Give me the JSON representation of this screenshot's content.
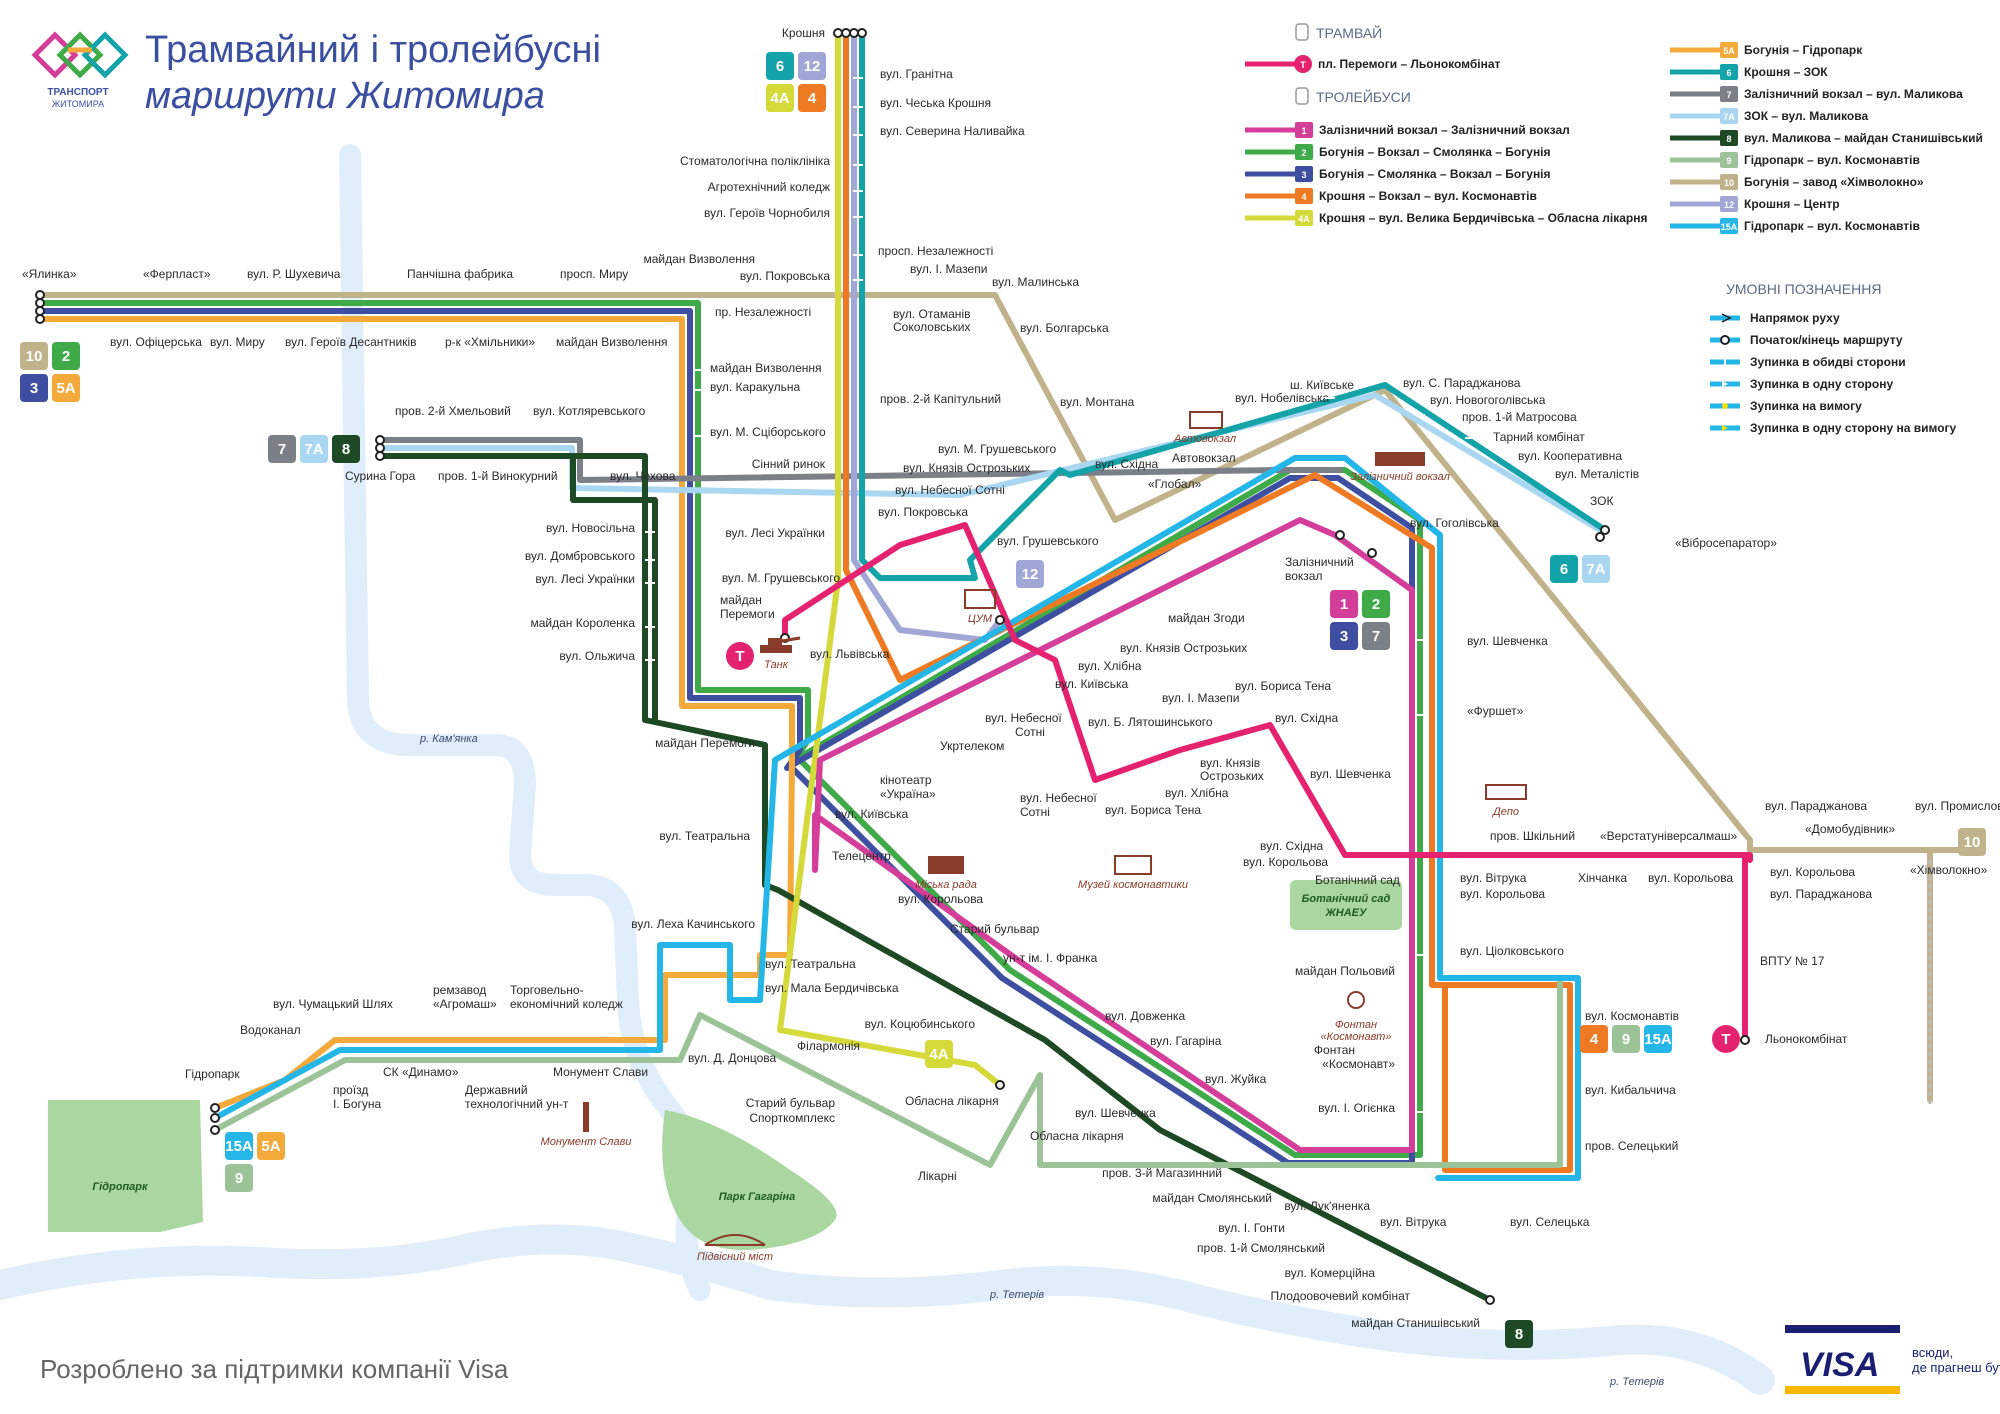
{
  "header": {
    "logo_text_1": "ТРАНСПОРТ",
    "logo_text_2": "ЖИТОМИРА",
    "title_line1": "Трамвайний і тролейбусні",
    "title_line2": "маршрути Житомира"
  },
  "footer": {
    "credit": "Розроблено за підтримки компанії Visa",
    "visa_logo": "VISA",
    "visa_slogan_1": "всюди,",
    "visa_slogan_2": "де прагнеш бути"
  },
  "colors": {
    "tram": "#e5226f",
    "r1": "#d53d9a",
    "r2": "#3eaa48",
    "r3": "#3e4fa2",
    "r4": "#ee7a23",
    "r4A": "#d6d93a",
    "r5A": "#f4a93b",
    "r6": "#13a3a8",
    "r7": "#7b7f88",
    "r7A": "#a9d6f0",
    "r8": "#1d4a24",
    "r9": "#9cc298",
    "r10": "#c0b28a",
    "r12": "#a0a7d6",
    "r15A": "#25b6e8",
    "river": "#dfeefa",
    "park": "#a9d79f"
  },
  "legend": {
    "tram_heading": "ТРАМВАЙ",
    "trolley_heading": "ТРОЛЕЙБУСИ",
    "symbols_heading": "УМОВНІ ПОЗНАЧЕННЯ",
    "tram_routes": [
      {
        "code": "Т",
        "name": "пл. Перемоги – Льонокомбінат",
        "color": "#e5226f"
      }
    ],
    "routes_col1": [
      {
        "code": "1",
        "name": "Залізничний вокзал – Залізничний вокзал",
        "color": "#d53d9a"
      },
      {
        "code": "2",
        "name": "Богунія – Вокзал – Смолянка – Богунія",
        "color": "#3eaa48"
      },
      {
        "code": "3",
        "name": "Богунія – Смолянка – Вокзал – Богунія",
        "color": "#3e4fa2"
      },
      {
        "code": "4",
        "name": "Крошня – Вокзал – вул. Космонавтів",
        "color": "#ee7a23"
      },
      {
        "code": "4А",
        "name": "Крошня – вул. Велика Бердичівська – Обласна лікарня",
        "color": "#d6d93a"
      }
    ],
    "routes_col2": [
      {
        "code": "5А",
        "name": "Богунія – Гідропарк",
        "color": "#f4a93b"
      },
      {
        "code": "6",
        "name": "Крошня – ЗОК",
        "color": "#13a3a8"
      },
      {
        "code": "7",
        "name": "Залізничний вокзал – вул. Маликова",
        "color": "#7b7f88"
      },
      {
        "code": "7А",
        "name": "ЗОК – вул. Маликова",
        "color": "#a9d6f0"
      },
      {
        "code": "8",
        "name": "вул. Маликова – майдан Станишівський",
        "color": "#1d4a24"
      },
      {
        "code": "9",
        "name": "Гідропарк – вул. Космонавтів",
        "color": "#9cc298"
      },
      {
        "code": "10",
        "name": "Богунія – завод «Хімволокно»",
        "color": "#c0b28a"
      },
      {
        "code": "12",
        "name": "Крошня – Центр",
        "color": "#a0a7d6"
      },
      {
        "code": "15А",
        "name": "Гідропарк – вул. Космонавтів",
        "color": "#25b6e8"
      }
    ],
    "symbols": [
      {
        "name": "Напрямок руху"
      },
      {
        "name": "Початок/кінець маршруту"
      },
      {
        "name": "Зупинка в обидві сторони"
      },
      {
        "name": "Зупинка в одну сторону"
      },
      {
        "name": "Зупинка на вимогу"
      },
      {
        "name": "Зупинка в одну сторону на вимогу"
      }
    ]
  },
  "badges": {
    "kroshnia": [
      {
        "code": "6",
        "color": "#13a3a8"
      },
      {
        "code": "12",
        "color": "#a0a7d6"
      },
      {
        "code": "4А",
        "color": "#d6d93a"
      },
      {
        "code": "4",
        "color": "#ee7a23"
      }
    ],
    "yalynka": [
      {
        "code": "10",
        "color": "#c0b28a"
      },
      {
        "code": "2",
        "color": "#3eaa48"
      },
      {
        "code": "3",
        "color": "#3e4fa2"
      },
      {
        "code": "5А",
        "color": "#f4a93b"
      }
    ],
    "suryna": [
      {
        "code": "7",
        "color": "#7b7f88"
      },
      {
        "code": "7А",
        "color": "#a9d6f0"
      },
      {
        "code": "8",
        "color": "#1d4a24"
      }
    ],
    "station": [
      {
        "code": "1",
        "color": "#d53d9a"
      },
      {
        "code": "2",
        "color": "#3eaa48"
      },
      {
        "code": "3",
        "color": "#3e4fa2"
      },
      {
        "code": "7",
        "color": "#7b7f88"
      }
    ],
    "zok": [
      {
        "code": "6",
        "color": "#13a3a8"
      },
      {
        "code": "7А",
        "color": "#a9d6f0"
      }
    ],
    "kosmonavtiv": [
      {
        "code": "4",
        "color": "#ee7a23"
      },
      {
        "code": "9",
        "color": "#9cc298"
      },
      {
        "code": "15А",
        "color": "#25b6e8"
      }
    ],
    "hidropark": [
      {
        "code": "15А",
        "color": "#25b6e8"
      },
      {
        "code": "5А",
        "color": "#f4a93b"
      },
      {
        "code": "9",
        "color": "#9cc298"
      }
    ],
    "center12": {
      "code": "12",
      "color": "#a0a7d6"
    },
    "oblasna4A": {
      "code": "4А",
      "color": "#d6d93a"
    },
    "stanyshiv": {
      "code": "8",
      "color": "#1d4a24"
    },
    "khimvolokno": {
      "code": "10",
      "color": "#c0b28a"
    },
    "tram_start": {
      "code": "Т",
      "color": "#e5226f"
    },
    "tram_end": {
      "code": "Т",
      "color": "#e5226f"
    }
  },
  "places": {
    "river_kamianka": "р. Кам'янка",
    "river_teteriv_1": "р. Тетерів",
    "river_teteriv_2": "р. Тетерів",
    "park_hidropark": "Гідропарк",
    "park_gagarina": "Парк Гагаріна",
    "park_botanical_1": "Ботанічний сад",
    "park_botanical_2": "ЖНАЕУ",
    "lm_tank": "Танк",
    "lm_tsum": "ЦУМ",
    "lm_avtovokzal": "Автовокзал",
    "lm_zaliznychnyi": "Залізничний вокзал",
    "lm_depo": "Депо",
    "lm_miska_rada": "Міська рада",
    "lm_muzei": "Музей космонавтики",
    "lm_fontan_1": "Фонтан",
    "lm_fontan_2": "«Космонавт»",
    "lm_monument": "Монумент Слави",
    "lm_mist": "Підвісний міст"
  },
  "stops": {
    "kroshnia": "Крошня",
    "hranitna": "вул. Гранітна",
    "cheska_kroshnia": "вул. Чеська Крошня",
    "severyna": "вул. Северина Наливайка",
    "stomat": "Стоматологічна поліклініка",
    "agrotech": "Агротехнічний коледж",
    "heroiv_chornobylia": "вул. Героїв Чорнобиля",
    "nezalezhnosti_prosp": "просп. Незалежності",
    "mazepy": "вул. І. Мазепи",
    "malynska": "вул. Малинська",
    "maidan_vyzvolennia_top": "майдан Визволення",
    "pokrovska": "вул. Покровська",
    "pr_nezalezhnosti": "пр. Незалежності",
    "otamaniv_1": "вул. Отаманів",
    "otamaniv_2": "Соколовських",
    "bolharska": "вул. Болгарська",
    "montana": "вул. Монтана",
    "skhidna_top": "вул. Східна",
    "kapitulnyi": "пров. 2-й Капітульний",
    "yalynka": "«Ялинка»",
    "ferplast": "«Ферпласт»",
    "shukhevycha": "вул. Р. Шухевича",
    "panchishna": "Панчішна фабрика",
    "prosp_myru": "просп. Миру",
    "ofitserska": "вул. Офіцерська",
    "myru": "вул. Миру",
    "heroiv_desantnykiv": "вул. Героїв Десантників",
    "khmilnyky": "р-к «Хмільники»",
    "maidan_vyzvolennia_left": "майдан Визволення",
    "maidan_vyzvolennia_v": "майдан Визволення",
    "karakulna": "вул. Каракульна",
    "stsiborskoho": "вул. М.  Сціборського",
    "sinnyi_rynok": "Сінний ринок",
    "lesi_ukrainky_v": "вул. Лесі Українки",
    "hrushevskoho_v": "вул. М. Грушевського",
    "maidan_peremohy_tram_1": "майдан",
    "maidan_peremohy_tram_2": "Перемоги",
    "lvivska": "вул. Львівська",
    "khmelovyi": "пров. 2-й Хмельовий",
    "kotliarevskoho": "вул. Котляревського",
    "suryna_hora": "Сурина Гора",
    "vynokurnyi": "пров. 1-й Винокурний",
    "chekhova": "вул. Чехова",
    "novosilna": "вул. Новосільна",
    "dombrovskoho": "вул. Домбровського",
    "lesi_ukrainky_l": "вул. Лесі Українки",
    "maidan_korolenka": "майдан Короленка",
    "olzhycha": "вул. Ольжича",
    "maidan_peremohy": "майдан Перемоги",
    "teatralna_l": "вул. Театральна",
    "telecentr": "Телецентр",
    "kinoteatr_1": "кінотеатр",
    "kinoteatr_2": "«Україна»",
    "kyivska_l": "вул. Київська",
    "ukrtelecom": "Укртелеком",
    "nebesnoi_sotni_1": "вул. Небесної",
    "nebesnoi_sotni_2": "Сотні",
    "khlibna_c": "вул. Хлібна",
    "kyivska_c": "вул. Київська",
    "ostrozkykh_c": "вул. Князів Острозьких",
    "maidan_zhody": "майдан Згоди",
    "hrushevskoho_12_1": "вул. М. Грушевського",
    "ostrozkykh_12": "вул. Князів Острозьких",
    "nebesnoi_sotni_12": "вул. Небесної Сотні",
    "pokrovska_12": "вул. Покровська",
    "hrushevskoho_12_2": "вул. Грушевського",
    "hlobal": "«Глобал»",
    "avtovokzal": "Автовокзал",
    "nobelivska": "вул. Нобелівська",
    "kyivske": "ш. Київське",
    "paradzhanova_top": "вул. С. Параджанова",
    "novohohoivska": "вул. Новогоголівська",
    "matrosova": "пров. 1-й Матросова",
    "tarnyi": "Тарний комбінат",
    "kooperatyvna": "вул. Кооперативна",
    "metalistiv": "вул. Металістів",
    "zok": "ЗОК",
    "vibroseparator": "«Вібросепаратор»",
    "zaliznychnyi_1": "Залізничний",
    "zaliznychnyi_2": "вокзал",
    "hoholivska": "вул. Гоголівська",
    "shevchenka_r": "вул. Шевченка",
    "furshet": "«Фуршет»",
    "b_mazepy": "вул. І. Мазепи",
    "borysa_tena_1": "вул. Бориса Тена",
    "skhidna_1": "вул. Східна",
    "liatoshynskoho": "вул. Б. Лятошинського",
    "ostrozkykh_r_1": "вул. Князів",
    "ostrozkykh_r_2": "Острозьких",
    "shevchenka_m": "вул. Шевченка",
    "khlibna_r": "вул. Хлібна",
    "nebesnoi_sotni_r_1": "вул. Небесної",
    "nebesnoi_sotni_r_2": "Сотні",
    "borysa_tena_2": "вул. Бориса Тена",
    "skhidna_2": "вул. Східна",
    "koroliova_1": "вул. Корольова",
    "botanichnyi": "Ботанічний сад",
    "shkilnyi": "пров. Шкільний",
    "verstatuniv": "«Верстатуніверсалмаш»",
    "vitruka": "вул. Вітрука",
    "koroliova_2": "вул. Корольова",
    "khinchanka": "Хінчанка",
    "koroliova_3": "вул. Корольова",
    "paradzhanova_r": "вул. Параджанова",
    "promyslova": "вул. Промислова",
    "dombudivnyk": "«Домобудівник»",
    "koroliova_4": "вул. Корольова",
    "paradzhanova_r2": "вул. Параджанова",
    "khimvolokno": "«Хімволокно»",
    "vptu": "ВПТУ № 17",
    "lonokombinat": "Льонокомбінат",
    "tsiolkovskoho": "вул. Ціолковського",
    "maidan_polovyi": "майдан Польовий",
    "fontan_1": "Фонтан",
    "fontan_2": "«Космонавт»",
    "ohienka": "вул. І. Огієнка",
    "kosmonavtiv": "вул. Космонавтів",
    "kybalchycha": "вул. Кибальчича",
    "seletskyi": "пров. Селецький",
    "lukianenka": "вул. Лук'яненка",
    "vitruka_b": "вул. Вітрука",
    "seletska": "вул. Селецька",
    "koroliova_c": "вул. Корольова",
    "staryi_bulvar": "Старий бульвар",
    "un_t_franka": "ун-т ім. І. Франка",
    "dovzhenka": "вул. Довженка",
    "haharina": "вул. Гагаріна",
    "zhuika": "вул. Жуйка",
    "shevchenka_s": "вул. Шевченка",
    "oblasna_likarnia_s": "Обласна лікарня",
    "kotsiubynskoho": "вул. Коцюбинського",
    "oblasna_likarnia": "Обласна лікарня",
    "filarmoniia": "Філармонія",
    "staryi_bulvar_2": "Старий бульвар",
    "sportkompleks": "Спорткомплекс",
    "likarni": "Лікарні",
    "mahazynnyi": "пров. 3-й Магазинний",
    "maidan_smolianskyi": "майдан Смолянський",
    "honty": "вул. І. Гонти",
    "smolianskyi_prov": "пров. 1-й Смолянський",
    "komertsiina": "вул. Комерційна",
    "plodoovochevyi": "Плодоовочевий комбінат",
    "maidan_stanyshivskyi": "майдан Станишівський",
    "lekha": "вул. Леха Качинського",
    "teatralna_b": "вул. Театральна",
    "mala_berd": "вул. Мала Бердичівська",
    "dontsova": "вул. Д. Донцова",
    "chumatskyi": "вул. Чумацький Шлях",
    "remzavod_1": "ремзавод",
    "remzavod_2": "«Агромаш»",
    "torhovelno_1": "Торговельно-",
    "torhovelno_2": "економічний коледж",
    "vodokanal": "Водоканал",
    "hidropark_stop": "Гідропарк",
    "sk_dynamo": "СК «Динамо»",
    "proizd_1": "проїзд",
    "proizd_2": "І. Богуна",
    "derzhavnyi_1": "Державний",
    "derzhavnyi_2": "технологічний ун-т",
    "monument_slavy": "Монумент Слави"
  }
}
